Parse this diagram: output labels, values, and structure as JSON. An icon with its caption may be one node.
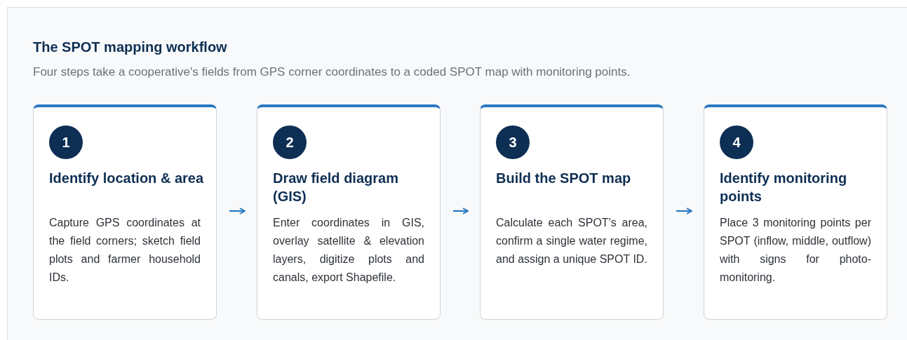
{
  "diagram": {
    "title": "The SPOT mapping workflow",
    "nodes": [
      {
        "text": [
          "1",
          "Identify location & area",
          "Capture GPS coordinates at the field corners; sketch field plots and farmer household IDs."
        ]
      },
      {
        "text": [
          "2",
          "Draw field diagram (GIS)",
          "Enter coordinates in GIS, overlay satellite & elevation layers, digitize plots and canals, export Shapefile."
        ]
      },
      {
        "text": [
          "3",
          "Build the SPOT map",
          "Calculate each SPOT's area, confirm a single water regime, and assign a unique SPOT ID."
        ]
      },
      {
        "text": [
          "4",
          "Identify monitoring points",
          "Place 3 monitoring points per SPOT (inflow, middle, outflow) with signs for photo-monitoring."
        ]
      }
    ],
    "edges": [
      {
        "from": 0,
        "to": 1,
        "arrow": "to"
      },
      {
        "from": 1,
        "to": 2,
        "arrow": "to"
      },
      {
        "from": 2,
        "to": 3,
        "arrow": "to"
      }
    ],
    "labels": [
      "Four steps take a cooperative's fields from GPS corner coordinates to a coded SPOT map with monitoring points."
    ]
  }
}
